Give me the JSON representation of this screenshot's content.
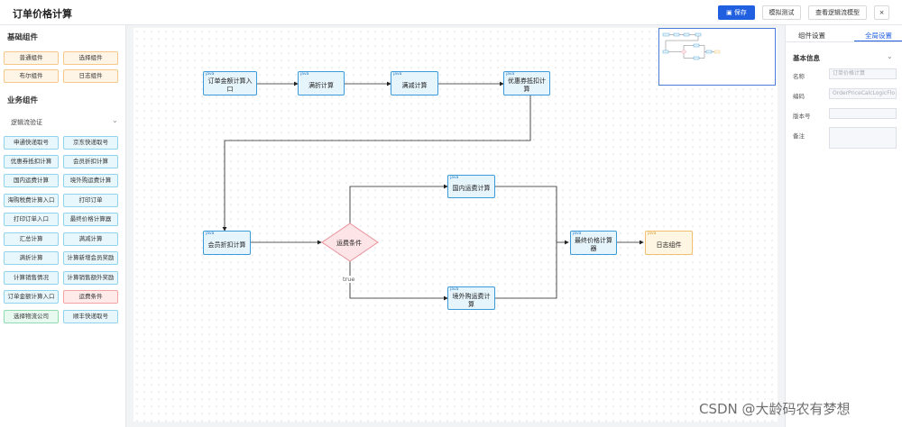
{
  "header": {
    "title": "订单价格计算",
    "save_label": "保存",
    "simulate_label": "模拟测试",
    "view_model_label": "查看逻辑流模型",
    "close_label": "×"
  },
  "left_panel": {
    "basic_title": "基础组件",
    "basic_components": [
      "普通组件",
      "选择组件",
      "布尔组件",
      "日志组件"
    ],
    "business_title": "业务组件",
    "collapse_label": "逻辑流验证",
    "business_components": [
      "申通快递取号",
      "京东快递取号",
      "优惠券抵扣计算",
      "会员折扣计算",
      "国内运费计算",
      "境外购运费计算",
      "海购税费计算入口",
      "打印订单",
      "打印订单入口",
      "最终价格计算器",
      "汇总计算",
      "满减计算",
      "满折计算",
      "计算新增会员奖励",
      "计算销售情况",
      "计算销售额外奖励",
      "订单金额计算入口",
      "运费条件",
      "选择物流公司",
      "顺丰快递取号"
    ]
  },
  "canvas": {
    "nodes": {
      "entry": {
        "tag": "java",
        "label": "订单金额计算入口"
      },
      "manzhe": {
        "tag": "java",
        "label": "满折计算"
      },
      "manjian": {
        "tag": "java",
        "label": "满减计算"
      },
      "coupon": {
        "tag": "java",
        "label": "优惠券抵扣计算"
      },
      "member": {
        "tag": "java",
        "label": "会员折扣计算"
      },
      "condition": {
        "label": "运费条件"
      },
      "domestic": {
        "tag": "java",
        "label": "国内运费计算"
      },
      "overseas": {
        "tag": "java",
        "label": "境外购运费计算"
      },
      "final": {
        "tag": "java",
        "label": "最终价格计算器"
      },
      "log": {
        "tag": "java",
        "label": "日志组件"
      }
    },
    "edge_true_label": "true"
  },
  "right_panel": {
    "tabs": [
      "组件设置",
      "全局设置"
    ],
    "active_tab": "全局设置",
    "group_title": "基本信息",
    "fields": [
      {
        "label": "名称",
        "value": "订单价格计算"
      },
      {
        "label": "编码",
        "value": "OrderPriceCalcLogicFlo"
      },
      {
        "label": "版本号",
        "value": ""
      },
      {
        "label": "备注",
        "value": ""
      }
    ]
  },
  "watermark": "CSDN @大龄码农有梦想",
  "colors": {
    "primary": "#1f5fe0",
    "node_border": "#3a9bd8",
    "node_fill": "#e6f4fb",
    "condition_fill": "#fde4e6",
    "log_border": "#f0c070"
  }
}
